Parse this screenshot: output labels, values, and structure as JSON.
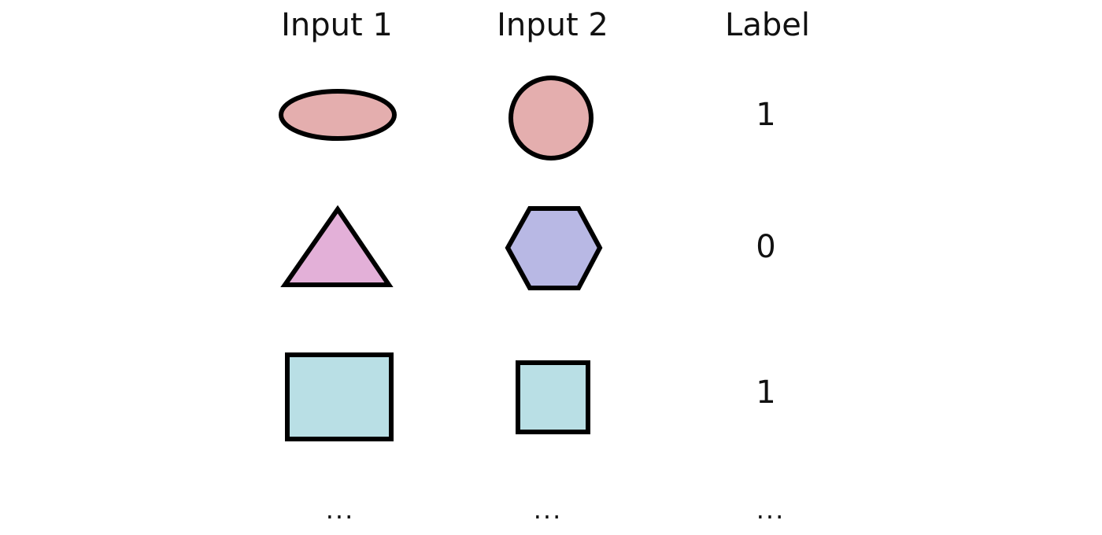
{
  "headers": {
    "input1": "Input 1",
    "input2": "Input 2",
    "label": "Label"
  },
  "rows": [
    {
      "input1_shape": "ellipse",
      "input1_color": "#e4aeae",
      "input2_shape": "circle",
      "input2_color": "#e4aeae",
      "label": "1"
    },
    {
      "input1_shape": "triangle",
      "input1_color": "#e3b0d8",
      "input2_shape": "hexagon",
      "input2_color": "#b8b8e4",
      "label": "0"
    },
    {
      "input1_shape": "rectangle",
      "input1_color": "#b9dfe5",
      "input2_shape": "square",
      "input2_color": "#b9dfe5",
      "label": "1"
    }
  ],
  "ellipsis": {
    "input1": "...",
    "input2": "...",
    "label": "..."
  },
  "colors": {
    "stroke": "#000000",
    "text": "#111111"
  }
}
